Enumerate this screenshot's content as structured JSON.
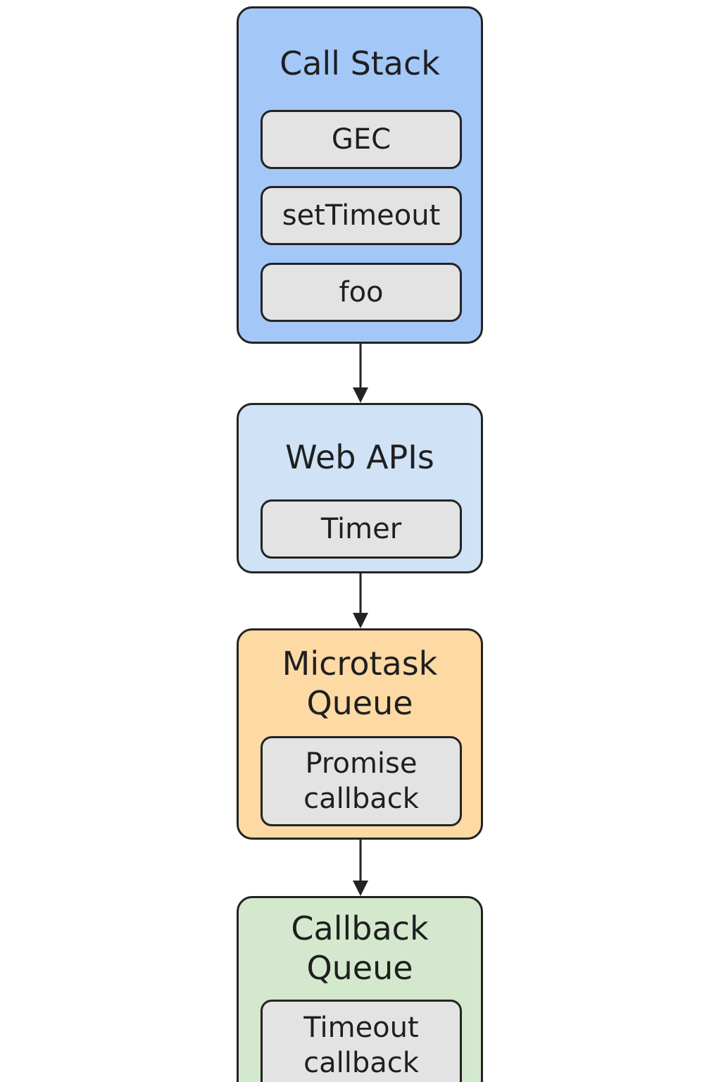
{
  "diagram": {
    "call_stack": {
      "title": "Call Stack",
      "items": [
        "GEC",
        "setTimeout",
        "foo"
      ],
      "color": "#a3c8f8"
    },
    "web_apis": {
      "title": "Web APIs",
      "items": [
        "Timer"
      ],
      "color": "#cfe2f6"
    },
    "microtask_queue": {
      "title": "Microtask\nQueue",
      "items": [
        "Promise\ncallback"
      ],
      "color": "#fdd9a4"
    },
    "callback_queue": {
      "title": "Callback\nQueue",
      "items": [
        "Timeout\ncallback"
      ],
      "color": "#d4e8cd"
    },
    "item_color": "#e3e3e3",
    "border_color": "#232323"
  }
}
